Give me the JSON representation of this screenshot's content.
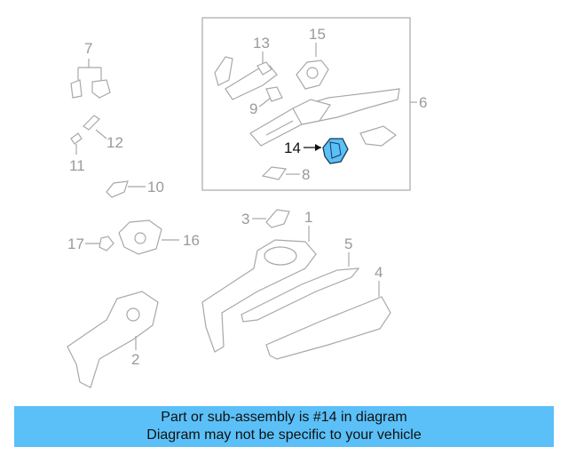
{
  "diagram": {
    "labels": {
      "p1": "1",
      "p2": "2",
      "p3": "3",
      "p4": "4",
      "p5": "5",
      "p6": "6",
      "p7": "7",
      "p8": "8",
      "p9": "9",
      "p10": "10",
      "p11": "11",
      "p12": "12",
      "p13": "13",
      "p14": "14",
      "p15": "15",
      "p16": "16",
      "p17": "17"
    },
    "highlight_part": "14",
    "highlight_color": "#5bc0f8"
  },
  "banner": {
    "line1": "Part or sub-assembly is #14 in diagram",
    "line2": "Diagram may not be specific to your vehicle",
    "color": "#5bc0f8"
  }
}
